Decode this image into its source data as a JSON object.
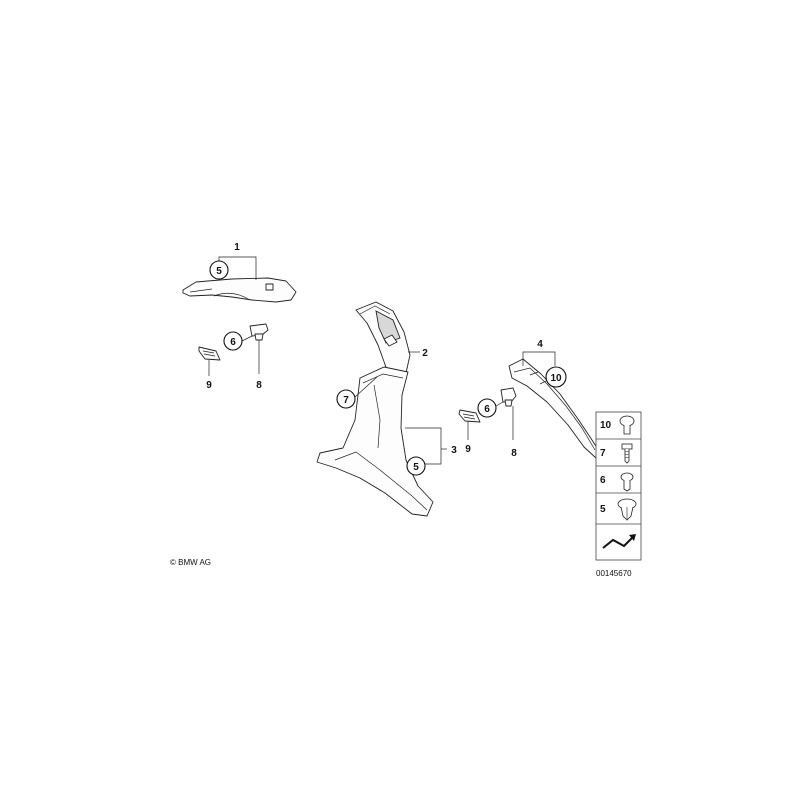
{
  "callouts": {
    "n1": "1",
    "n2": "2",
    "n3": "3",
    "n4": "4",
    "c5_top": "5",
    "c6_top": "6",
    "n9_left": "9",
    "n8_left": "8",
    "c7_mid": "7",
    "c5_mid": "5",
    "c6_right": "6",
    "n9_right": "9",
    "n8_right": "8",
    "c10_right": "10"
  },
  "legend": {
    "items": [
      "10",
      "7",
      "6",
      "5"
    ]
  },
  "footer": {
    "copyright": "© BMW AG",
    "diagram_number": "00145670"
  }
}
